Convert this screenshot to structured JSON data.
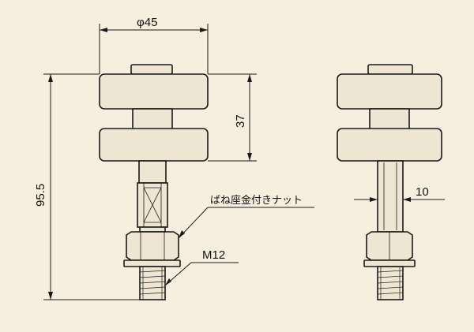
{
  "dimensions": {
    "head_diameter": "φ45",
    "overall_height": "95.5",
    "pad_spacing": "37",
    "shaft_width": "10"
  },
  "labels": {
    "spring_nut": "ばね座金付きナット",
    "thread": "M12"
  },
  "colors": {
    "background": "#f6efdf",
    "part_fill": "#eee6d3",
    "line": "#1a1a1a"
  }
}
